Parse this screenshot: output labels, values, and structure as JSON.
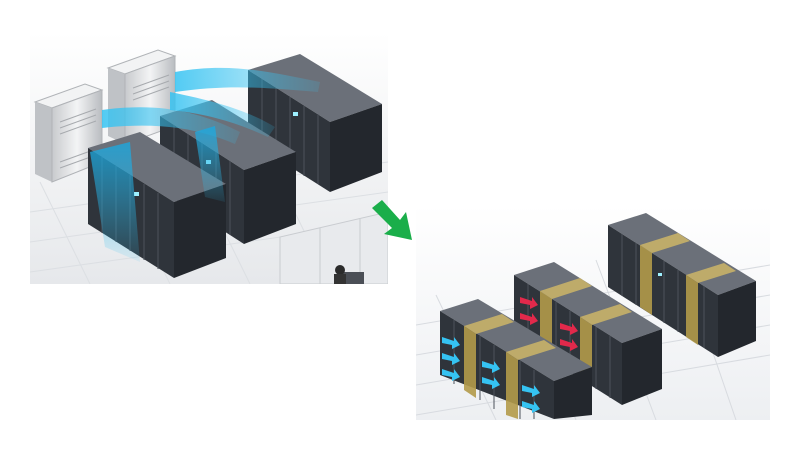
{
  "figure": {
    "before_scene": {
      "description_label": "",
      "cooling_units": [
        "crac-unit-left",
        "crac-unit-right"
      ],
      "rack_rows": [
        "rack-row-front",
        "rack-row-middle",
        "rack-row-back"
      ],
      "airflow": "blue-cold-air-streams"
    },
    "after_scene": {
      "rack_rows": [
        "rack-row-1",
        "rack-row-2",
        "rack-row-3"
      ],
      "in_row_coolers": "gold-bands",
      "cold_air_arrows": "blue",
      "hot_air_arrows": "red"
    },
    "arrow_color": "#1aae4a",
    "colors": {
      "rack": "#3a3f47",
      "rack_dark": "#23272d",
      "rack_top": "#6b7079",
      "floor": "#eceef1",
      "grid": "#d3d6db",
      "cold_air": "#35c3f2",
      "hot_air": "#e2294b",
      "cooler_band": "#b29a4a",
      "crac": "#d9dbde"
    }
  }
}
